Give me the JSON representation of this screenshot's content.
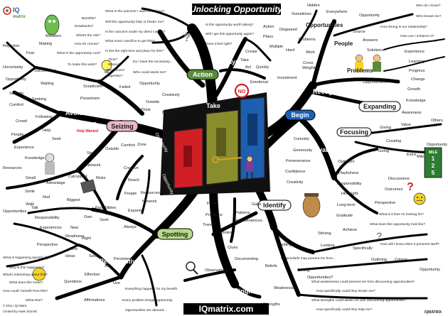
{
  "title": "Unlocking Opportunity",
  "footer": {
    "url": "IQmatrix.com",
    "copyright": "© 2011 | IQ Matrix",
    "author": "Created by Adam Sicinski",
    "corner_logo": "IQMATRIX"
  },
  "logo": {
    "iq": "IQ",
    "matrix": "matrix"
  },
  "center": {
    "take": "Take",
    "opportunity_1": "Opportunity",
    "opportunity_2": "Opportunity"
  },
  "badges": {
    "no_sign": "NO",
    "help_wanted": "Help Wanted",
    "miles_label": "MILE",
    "miles_1": "1",
    "miles_2": "2",
    "miles_3": "5"
  },
  "branches": {
    "action": "Action",
    "always": "Always",
    "begin": "Begin",
    "recognizing": "Recognizing",
    "expanding": "Expanding",
    "focusing": "Focusing",
    "cultivating": "Cultivating",
    "identify": "Identify",
    "what": "What",
    "personal": "Personal",
    "willingness": "Willingness",
    "search": "Search",
    "spotting": "Spotting",
    "persistently": "Persistently",
    "seizing": "Seizing",
    "avoid": "Avoid",
    "always_left": "Always",
    "learn": "Learn",
    "take_left": "Take"
  },
  "labels": {
    "top_questions": [
      "What is the outcome I want to achieve?",
      "Will this opportunity help or hinder me?",
      "Is the outcome under my direct control?",
      "What must I sacrifice to get this?",
      "Is this the right time and place for this?",
      "Do I have the necessary...",
      "Who could assist me?",
      "Is this opportunity worth taking?",
      "Will I get this opportunity again?",
      "Does it feel right?"
    ],
    "top_left_small": [
      "Benefits?",
      "Drawbacks?",
      "What's the risk?",
      "How do I know?",
      "What is the opportunity cost?",
      "To make this work?",
      "Time?",
      "Money?",
      "Resources?",
      "Expertise?"
    ],
    "action_side": [
      "Action",
      "Plans",
      "Multiple",
      "Create",
      "Quickly",
      "Take",
      "Act",
      "Investment",
      "Emotional"
    ],
    "top_right": [
      "Hidden",
      "Everywhere",
      "Sometimes",
      "Disguised",
      "Problems",
      "Hard",
      "Work",
      "Cross",
      "Weighing",
      "Opportunities",
      "People",
      "Opportunity",
      "Source",
      "Answers",
      "Solutions",
      "Problems",
      "Opportunities",
      "Experience",
      "Learning",
      "Progress",
      "Change",
      "Growth",
      "Knowledge",
      "Awareness"
    ],
    "right_questions": [
      "Who do I know?",
      "Who knows me?",
      "How strong is our relationship?",
      "How can I enhance it?"
    ],
    "right_mid": [
      "Value",
      "Others",
      "Creating",
      "Opportunity",
      "Extra",
      "Giving",
      "Going",
      "Mile",
      "Discussions",
      "Outcomes",
      "Perspective"
    ],
    "cultivating": [
      "Curiosity",
      "Generosity",
      "Perseverance",
      "Confidence",
      "Creativity",
      "Optimism",
      "Playfulness",
      "Responsibility",
      "Hindsight",
      "Long-term",
      "Gratitude"
    ],
    "right_bottom_questions": [
      "What is it that I'm looking for?",
      "What does this opportunity look like?",
      "How will I know when it presents itself?"
    ],
    "identify_side": [
      "Gaps",
      "Patterns",
      "Inconveniences",
      "Trends",
      "Looking",
      "Clues",
      "Documenting",
      "Observations",
      "Food",
      "Problems",
      "Spotting",
      "Striving",
      "Achieve",
      "Looking",
      "Specifically",
      "Outlining",
      "Criteria",
      "Opportunity",
      "Beliefs",
      "Weaknesses",
      "Strengths",
      "Seeing",
      "Opportunities?"
    ],
    "bottom_right_questions": [
      "What beliefs may prevent me from...",
      "What weaknesses could prevent me from discovering opportunities?",
      "How specifically could they hinder me?",
      "What strengths could assist me with discovering opportunities?",
      "How specifically could they help me?"
    ],
    "left_side": [
      "Rejection",
      "Fear",
      "Mistakes",
      "Making",
      "Uncertainty",
      "Opportunity",
      "Succumbing",
      "Waiting",
      "Security",
      "Seeking",
      "Comfort",
      "Following",
      "Crowd",
      "Scepticism",
      "Pessimism",
      "Failed",
      "Opportunity",
      "Creatively",
      "Outside",
      "Think",
      "Box",
      "Help",
      "People",
      "Experience",
      "Knowledge",
      "Resources",
      "Seek"
    ],
    "left_mid": [
      "Step",
      "Outside",
      "Comfort",
      "Zone",
      "Network",
      "Creative",
      "Calculated",
      "Risks",
      "Reach",
      "Advantage",
      "Small",
      "Smile",
      "Nod",
      "Walk",
      "Talk",
      "Biggest",
      "Responsibility",
      "Own",
      "Experiences",
      "Seek",
      "New",
      "Readiness",
      "People",
      "Resources",
      "Network",
      "Possibilities",
      "Expand",
      "Always",
      "Opportunities"
    ],
    "left_bottom": [
      "Perspective",
      "New",
      "Ideas",
      "Seek",
      "Questions",
      "Ask",
      "Effective",
      "Affirmations",
      "Use",
      "Right",
      "Persistently"
    ],
    "left_bottom_questions": [
      "What is happening specifically?",
      "Why is this happening?",
      "What's interesting about this?",
      "What does this mean?",
      "How could I benefit from this?",
      "What else?"
    ],
    "bottom_center": [
      "Everything happens for my benefit.",
      "Every problem brings opportunity.",
      "Opportunities are abound..."
    ]
  },
  "colors": {
    "trunk": "#000000",
    "red_door": "#d21f26",
    "olive_door": "#8a8d2b",
    "blue_door": "#1d5fb0",
    "accent_green": "#5a8a3c",
    "bubble_fill": "#ffffff"
  }
}
